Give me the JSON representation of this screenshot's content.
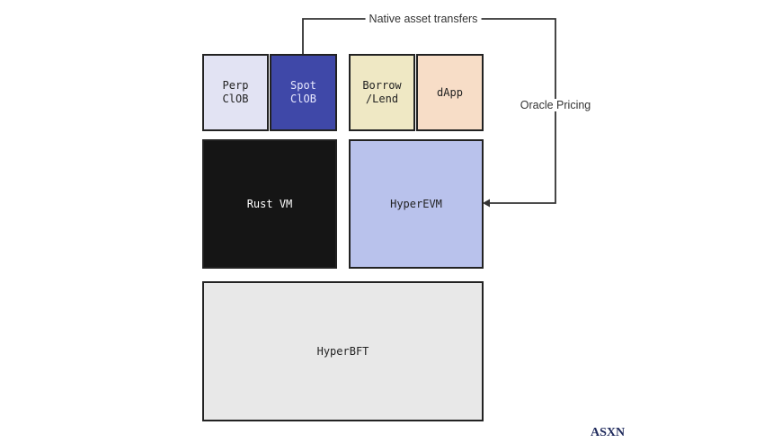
{
  "boxes": {
    "perp": "Perp\nClOB",
    "spot": "Spot\nClOB",
    "borrow": "Borrow\n/Lend",
    "dapp": "dApp",
    "rustvm": "Rust VM",
    "hyperevm": "HyperEVM",
    "hyperbft": "HyperBFT"
  },
  "arrows": {
    "native": "Native asset transfers",
    "oracle": "Oracle Pricing"
  },
  "logo": "ASXN",
  "colors": {
    "perp": "#e2e3f3",
    "spot": "#3f48a8",
    "borrow": "#efe8c4",
    "dapp": "#f7ddc7",
    "rustvm": "#151515",
    "hyperevm": "#b9c2ec",
    "hyperbft": "#e8e8e8"
  }
}
